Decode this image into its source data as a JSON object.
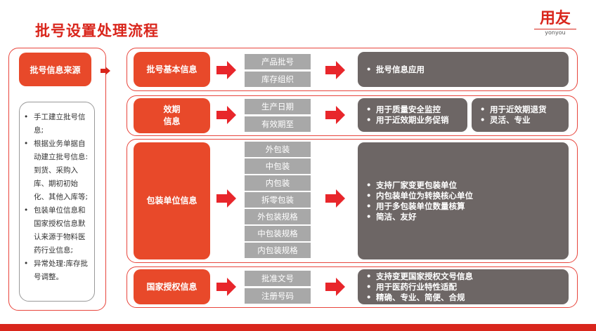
{
  "title": "批号设置处理流程",
  "logo": {
    "main": "用友",
    "sub": "yonyou"
  },
  "source": {
    "heading": "批号信息来源",
    "items": [
      "手工建立批号信息;",
      "根据业务单据自动建立批号信息:到货、采购入库、期初初始化、其他入库等;",
      "包装单位信息和国家授权信息默认来源于物料医药行业信息;",
      "异常处理:库存批号调整。"
    ]
  },
  "rows": {
    "basic": {
      "label": "批号基本信息",
      "fields": [
        "产品批号",
        "库存组织"
      ],
      "notes": [
        "批号信息应用"
      ]
    },
    "validity": {
      "label_line1": "效期",
      "label_line2": "信息",
      "fields": [
        "生产日期",
        "有效期至"
      ],
      "notes": [
        "用于质量安全监控",
        "用于近效期业务促销"
      ],
      "notes2": [
        "用于近效期退货",
        "灵活、专业"
      ]
    },
    "package": {
      "label": "包装单位信息",
      "fields": [
        "外包装",
        "中包装",
        "内包装",
        "拆零包装",
        "外包装规格",
        "中包装规格",
        "内包装规格"
      ],
      "notes": [
        "支持厂家变更包装单位",
        "内包装单位为转换核心单位",
        "用于多包装单位数量核算",
        "简洁、友好"
      ]
    },
    "authorization": {
      "label": "国家授权信息",
      "fields": [
        "批准文号",
        "注册号码"
      ],
      "notes": [
        "支持变更国家授权文号信息",
        "用于医药行业特性适配",
        "精确、专业、简便、合规"
      ]
    }
  },
  "colors": {
    "accent": "#e8492a",
    "field": "#a8a8a8",
    "note": "#6d6665"
  }
}
